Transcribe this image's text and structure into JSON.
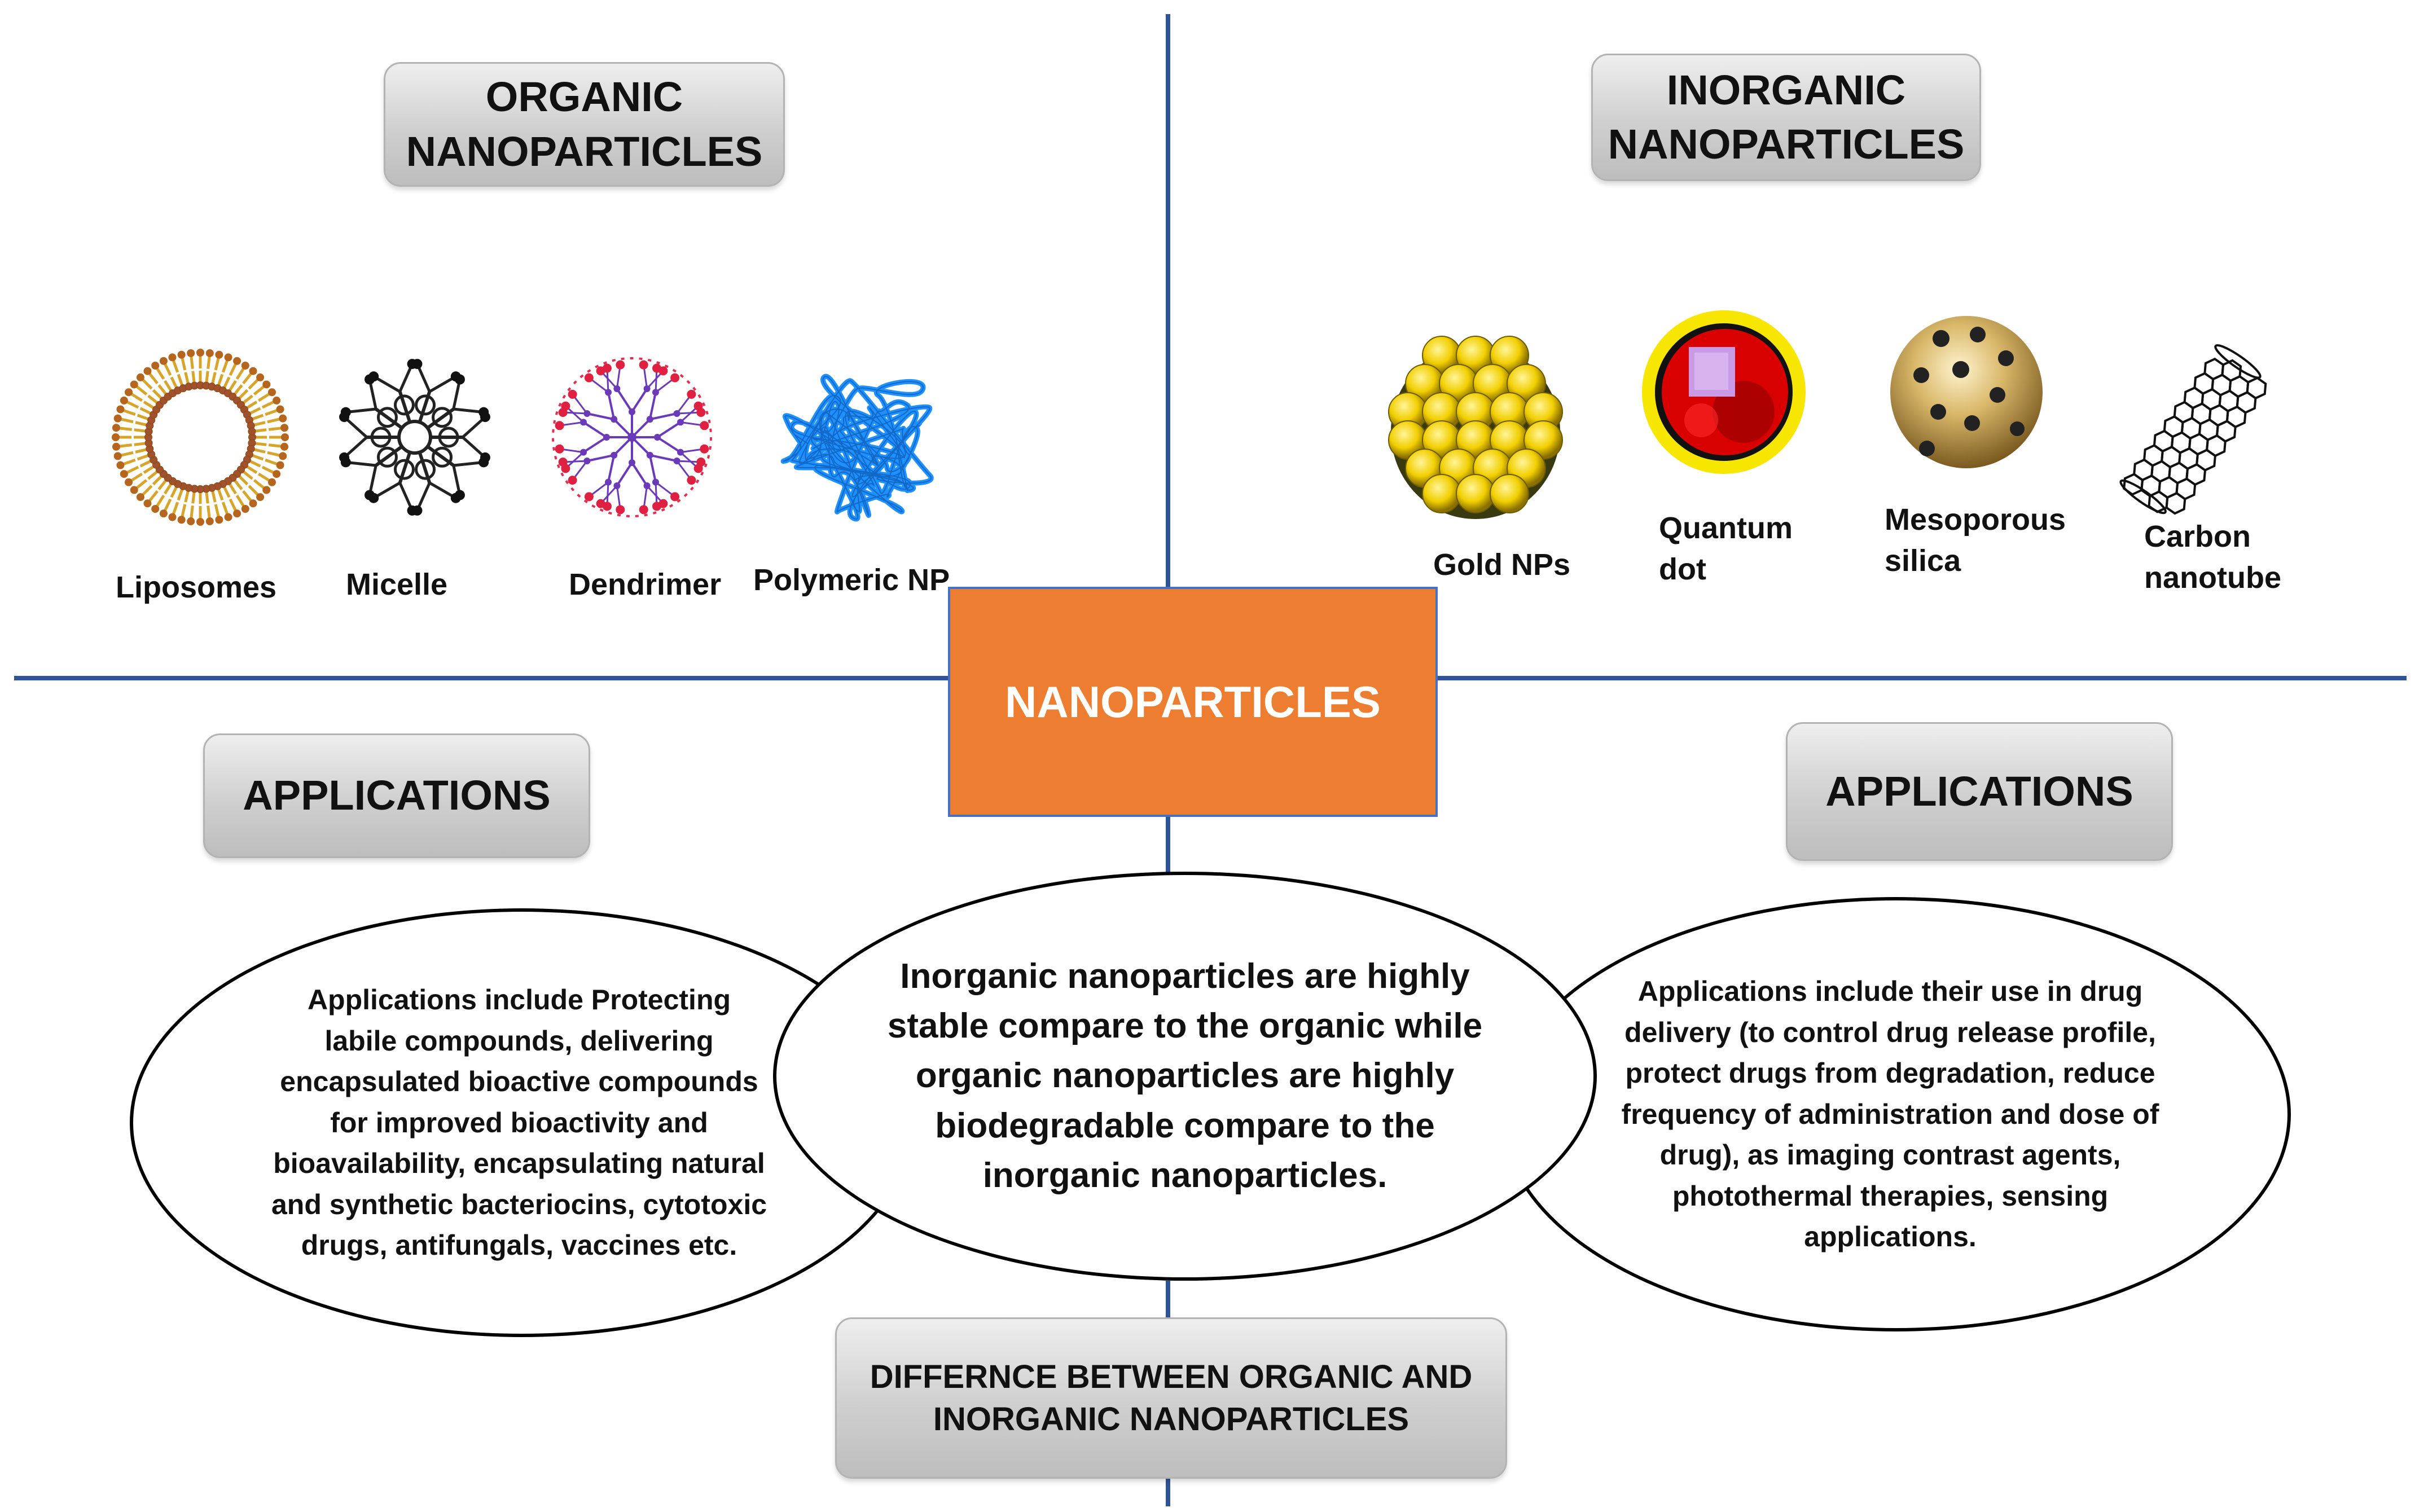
{
  "organic": {
    "title": "ORGANIC\nNANOPARTICLES",
    "items": [
      {
        "label": "Liposomes",
        "icon": "liposome-icon"
      },
      {
        "label": "Micelle",
        "icon": "micelle-icon"
      },
      {
        "label": "Dendrimer",
        "icon": "dendrimer-icon"
      },
      {
        "label": "Polymeric NP",
        "icon": "polymeric-np-icon"
      }
    ]
  },
  "inorganic": {
    "title": "INORGANIC\nNANOPARTICLES",
    "items": [
      {
        "label": "Gold NPs",
        "icon": "gold-np-icon"
      },
      {
        "label": "Quantum\ndot",
        "icon": "quantum-dot-icon"
      },
      {
        "label": "Mesoporous\nsilica",
        "icon": "mesoporous-silica-icon"
      },
      {
        "label": "Carbon\nnanotube",
        "icon": "carbon-nanotube-icon"
      }
    ]
  },
  "center": {
    "title": "NANOPARTICLES"
  },
  "left_applications": {
    "title": "APPLICATIONS",
    "text": "Applications include Protecting labile compounds, delivering encapsulated bioactive compounds for improved bioactivity and bioavailability, encapsulating natural and synthetic bacteriocins, cytotoxic drugs, antifungals, vaccines etc."
  },
  "right_applications": {
    "title": "APPLICATIONS",
    "text": "Applications include their use in drug delivery (to control drug release profile, protect drugs from degradation, reduce frequency of administration and dose of drug), as imaging contrast agents, photothermal therapies, sensing applications."
  },
  "difference": {
    "title": "DIFFERNCE BETWEEN ORGANIC AND\nINORGANIC NANOPARTICLES",
    "text": "Inorganic nanoparticles are highly stable compare to the organic while organic nanoparticles are highly biodegradable compare to the inorganic nanoparticles."
  },
  "colors": {
    "axis_line": "#2f5597",
    "center_box": "#ed7d31",
    "center_border": "#4472c4",
    "gold": "#f2cf00",
    "quantum_red": "#e00000"
  }
}
